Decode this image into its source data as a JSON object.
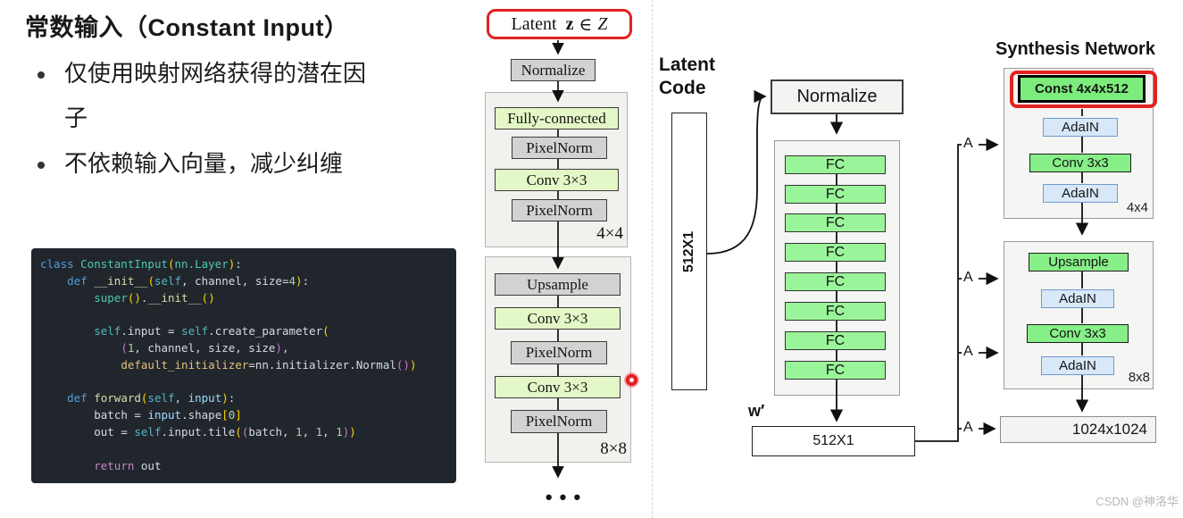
{
  "slide": {
    "title": "常数输入（Constant Input）",
    "bullets": [
      [
        "仅使用映射网络获得的潜在因",
        "子"
      ],
      [
        "不依赖输入向量，减少纠缠"
      ]
    ]
  },
  "code": {
    "lines": [
      [
        [
          "class ",
          "kw"
        ],
        [
          "ConstantInput",
          "cls"
        ],
        [
          "(",
          "b1"
        ],
        [
          "nn.Layer",
          "cls"
        ],
        [
          ")",
          "b1"
        ],
        [
          ":",
          "tx"
        ]
      ],
      [
        [
          "    ",
          "tx"
        ],
        [
          "def ",
          "kw"
        ],
        [
          "__init__",
          "fn"
        ],
        [
          "(",
          "b1"
        ],
        [
          "self",
          "slf"
        ],
        [
          ", channel, size=",
          "tx"
        ],
        [
          "4",
          "num"
        ],
        [
          ")",
          "b1"
        ],
        [
          ":",
          "tx"
        ]
      ],
      [
        [
          "        ",
          "tx"
        ],
        [
          "super",
          "cls"
        ],
        [
          "()",
          "b1"
        ],
        [
          ".",
          "tx"
        ],
        [
          "__init__",
          "fn"
        ],
        [
          "()",
          "b1"
        ]
      ],
      [],
      [
        [
          "        ",
          "tx"
        ],
        [
          "self",
          "slf"
        ],
        [
          ".input = ",
          "tx"
        ],
        [
          "self",
          "slf"
        ],
        [
          ".create_parameter",
          "tx"
        ],
        [
          "(",
          "b1"
        ]
      ],
      [
        [
          "            ",
          "tx"
        ],
        [
          "(",
          "b2"
        ],
        [
          "1",
          "num"
        ],
        [
          ", channel, size, size",
          "tx"
        ],
        [
          ")",
          "b2"
        ],
        [
          ",",
          "tx"
        ]
      ],
      [
        [
          "            ",
          "tx"
        ],
        [
          "default_initializer",
          "prop"
        ],
        [
          "=nn.initializer.Normal",
          "tx"
        ],
        [
          "(",
          "b2"
        ],
        [
          ")",
          "b2"
        ],
        [
          ")",
          "b1"
        ]
      ],
      [],
      [
        [
          "    ",
          "tx"
        ],
        [
          "def ",
          "kw"
        ],
        [
          "forward",
          "fn"
        ],
        [
          "(",
          "b1"
        ],
        [
          "self",
          "slf"
        ],
        [
          ", ",
          "tx"
        ],
        [
          "input",
          "par"
        ],
        [
          ")",
          "b1"
        ],
        [
          ":",
          "tx"
        ]
      ],
      [
        [
          "        ",
          "tx"
        ],
        [
          "batch = ",
          "tx"
        ],
        [
          "input",
          "par"
        ],
        [
          ".shape",
          "tx"
        ],
        [
          "[",
          "b1"
        ],
        [
          "0",
          "num"
        ],
        [
          "]",
          "b1"
        ]
      ],
      [
        [
          "        ",
          "tx"
        ],
        [
          "out = ",
          "tx"
        ],
        [
          "self",
          "slf"
        ],
        [
          ".input.tile",
          "tx"
        ],
        [
          "(",
          "b1"
        ],
        [
          "(",
          "b2"
        ],
        [
          "batch, ",
          "tx"
        ],
        [
          "1",
          "num"
        ],
        [
          ", ",
          "tx"
        ],
        [
          "1",
          "num"
        ],
        [
          ", ",
          "tx"
        ],
        [
          "1",
          "num"
        ],
        [
          ")",
          "b2"
        ],
        [
          ")",
          "b1"
        ]
      ],
      [],
      [
        [
          "        ",
          "tx"
        ],
        [
          "return",
          "ret"
        ],
        [
          " out",
          "tx"
        ]
      ]
    ]
  },
  "mid_diagram": {
    "latent": {
      "prefix": "Latent",
      "z": "z",
      "elem": "∈",
      "space_name": "Z"
    },
    "normalize": "Normalize",
    "block_4x4": {
      "layers": [
        "Fully-connected",
        "PixelNorm",
        "Conv 3×3",
        "PixelNorm"
      ],
      "res": "4×4"
    },
    "block_8x8": {
      "layers": [
        "Upsample",
        "Conv 3×3",
        "PixelNorm",
        "Conv 3×3",
        "PixelNorm"
      ],
      "res": "8×8"
    },
    "ellipsis": "• • •"
  },
  "right_diagram": {
    "latent_code": "Latent\nCode",
    "latent_vec": "512X1",
    "normalize": "Normalize",
    "fc_layers": [
      "FC",
      "FC",
      "FC",
      "FC",
      "FC",
      "FC",
      "FC",
      "FC"
    ],
    "w_label": "w′",
    "w_vec": "512X1",
    "a_labels": [
      "A",
      "A",
      "A",
      "A"
    ],
    "synthesis": {
      "title": "Synthesis Network",
      "const": "Const 4x4x512",
      "block_4x4": {
        "layers": [
          "AdaIN",
          "Conv 3x3",
          "AdaIN"
        ],
        "res": "4x4"
      },
      "block_8x8": {
        "layers": [
          "Upsample",
          "AdaIN",
          "Conv 3x3",
          "AdaIN"
        ],
        "res": "8x8"
      },
      "output": "1024x1024"
    }
  },
  "watermark": "CSDN @神洛华",
  "colors": {
    "highlight_red": "#e4221f",
    "green_light": "#e3f8c6",
    "green_fc": "#9af59a",
    "green_syn": "#87ef87",
    "blue_adain": "#d8e8f8",
    "gray_box": "#d2d2d2",
    "code_bg": "#21262d"
  }
}
